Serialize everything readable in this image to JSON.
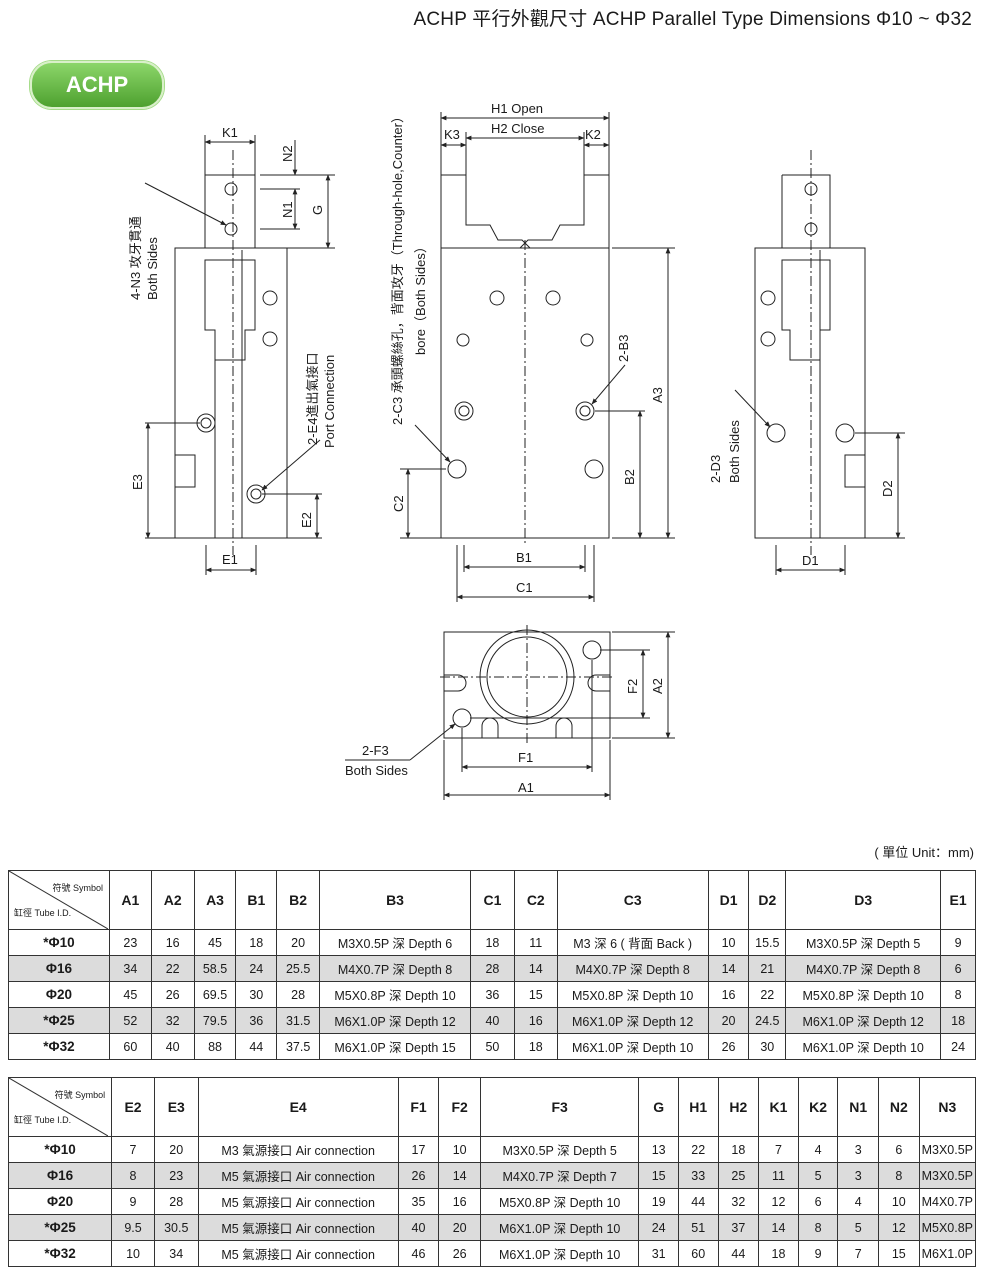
{
  "page_title": "ACHP 平行外觀尺寸  ACHP Parallel Type Dimensions  Φ10 ~ Φ32",
  "badge": "ACHP",
  "drawing_labels": {
    "k1": "K1",
    "n2": "N2",
    "n1": "N1",
    "g": "G",
    "n3_cn": "4-N3 攻牙貫通",
    "n3_en": "Both Sides",
    "e4_cn": "2-E4進出氣接口",
    "e4_en": "Port Connection",
    "e3": "E3",
    "e2": "E2",
    "e1": "E1",
    "c3_cn": "2-C3 承頭螺絲孔，背面攻牙（Through-hole,Counter）",
    "c3_en": "bore（Both Sides）",
    "h1": "H1 Open",
    "h2": "H2 Close",
    "k3": "K3",
    "k2": "K2",
    "b3": "2-B3",
    "a3": "A3",
    "b2": "B2",
    "c2": "C2",
    "b1": "B1",
    "c1": "C1",
    "d3": "2-D3",
    "d3_en": "Both Sides",
    "d2": "D2",
    "d1": "D1",
    "f2": "F2",
    "a2": "A2",
    "f3": "2-F3",
    "f3_en": "Both Sides",
    "f1": "F1",
    "a1": "A1"
  },
  "unit_note": "( 單位 Unit：mm)",
  "corner": {
    "symbol": "符號 Symbol",
    "tube": "缸徑 Tube I.D."
  },
  "table1": {
    "headers": [
      "A1",
      "A2",
      "A3",
      "B1",
      "B2",
      "B3",
      "C1",
      "C2",
      "C3",
      "D1",
      "D2",
      "D3",
      "E1"
    ],
    "rows": [
      [
        "*Φ10",
        "23",
        "16",
        "45",
        "18",
        "20",
        "M3X0.5P 深 Depth 6",
        "18",
        "11",
        "M3 深 6 ( 背面 Back )",
        "10",
        "15.5",
        "M3X0.5P 深 Depth 5",
        "9"
      ],
      [
        "Φ16",
        "34",
        "22",
        "58.5",
        "24",
        "25.5",
        "M4X0.7P 深 Depth 8",
        "28",
        "14",
        "M4X0.7P 深 Depth 8",
        "14",
        "21",
        "M4X0.7P 深 Depth 8",
        "6"
      ],
      [
        "Φ20",
        "45",
        "26",
        "69.5",
        "30",
        "28",
        "M5X0.8P 深 Depth 10",
        "36",
        "15",
        "M5X0.8P 深 Depth 10",
        "16",
        "22",
        "M5X0.8P 深 Depth 10",
        "8"
      ],
      [
        "*Φ25",
        "52",
        "32",
        "79.5",
        "36",
        "31.5",
        "M6X1.0P 深 Depth 12",
        "40",
        "16",
        "M6X1.0P 深 Depth 12",
        "20",
        "24.5",
        "M6X1.0P 深 Depth 12",
        "18"
      ],
      [
        "*Φ32",
        "60",
        "40",
        "88",
        "44",
        "37.5",
        "M6X1.0P 深 Depth 15",
        "50",
        "18",
        "M6X1.0P 深 Depth 10",
        "26",
        "30",
        "M6X1.0P 深 Depth 10",
        "24"
      ]
    ]
  },
  "table2": {
    "headers": [
      "E2",
      "E3",
      "E4",
      "F1",
      "F2",
      "F3",
      "G",
      "H1",
      "H2",
      "K1",
      "K2",
      "N1",
      "N2",
      "N3"
    ],
    "rows": [
      [
        "*Φ10",
        "7",
        "20",
        "M3 氣源接口 Air connection",
        "17",
        "10",
        "M3X0.5P 深 Depth 5",
        "13",
        "22",
        "18",
        "7",
        "4",
        "3",
        "6",
        "M3X0.5P"
      ],
      [
        "Φ16",
        "8",
        "23",
        "M5 氣源接口 Air connection",
        "26",
        "14",
        "M4X0.7P 深 Depth 7",
        "15",
        "33",
        "25",
        "11",
        "5",
        "3",
        "8",
        "M3X0.5P"
      ],
      [
        "Φ20",
        "9",
        "28",
        "M5 氣源接口 Air connection",
        "35",
        "16",
        "M5X0.8P 深 Depth 10",
        "19",
        "44",
        "32",
        "12",
        "6",
        "4",
        "10",
        "M4X0.7P"
      ],
      [
        "*Φ25",
        "9.5",
        "30.5",
        "M5 氣源接口 Air connection",
        "40",
        "20",
        "M6X1.0P 深 Depth 10",
        "24",
        "51",
        "37",
        "14",
        "8",
        "5",
        "12",
        "M5X0.8P"
      ],
      [
        "*Φ32",
        "10",
        "34",
        "M5 氣源接口 Air connection",
        "46",
        "26",
        "M6X1.0P 深 Depth 10",
        "31",
        "60",
        "44",
        "18",
        "9",
        "7",
        "15",
        "M6X1.0P"
      ]
    ]
  }
}
